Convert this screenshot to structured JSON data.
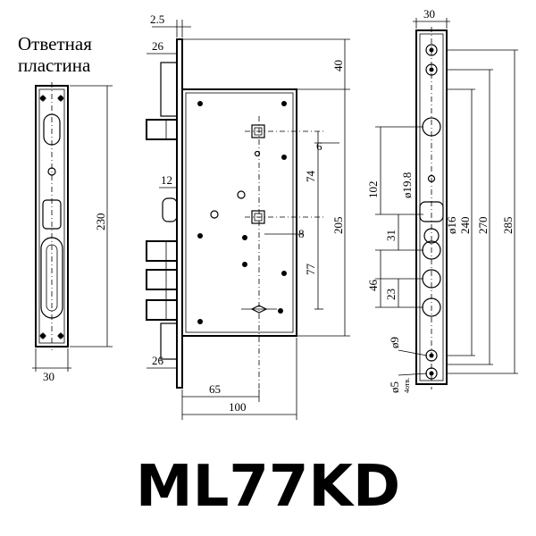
{
  "title_top": "Ответная",
  "title_bottom": "пластина",
  "model": "ML77KD",
  "strike_plate_dims": {
    "height": "230",
    "width": "30"
  },
  "lock_body_dims": {
    "front_thickness": "2.5",
    "top_offset": "26",
    "bottom_offset": "26",
    "top_margin": "40",
    "bolt_hole": "12",
    "square_size_1": "6",
    "square_size_2": "8",
    "spacing_74": "74",
    "spacing_77": "77",
    "body_height": "205",
    "backset": "65",
    "body_width": "100"
  },
  "faceplate_dims": {
    "width": "30",
    "cyl_hole": "ø19.8",
    "handle_hole": "ø16",
    "dist_102": "102",
    "dist_31": "31",
    "dist_46": "46",
    "dist_23": "23",
    "dist_240": "240",
    "dist_270": "270",
    "dist_285": "285",
    "screw_hole": "ø9",
    "screw_small": "ø5",
    "holes_label": "4отв."
  }
}
